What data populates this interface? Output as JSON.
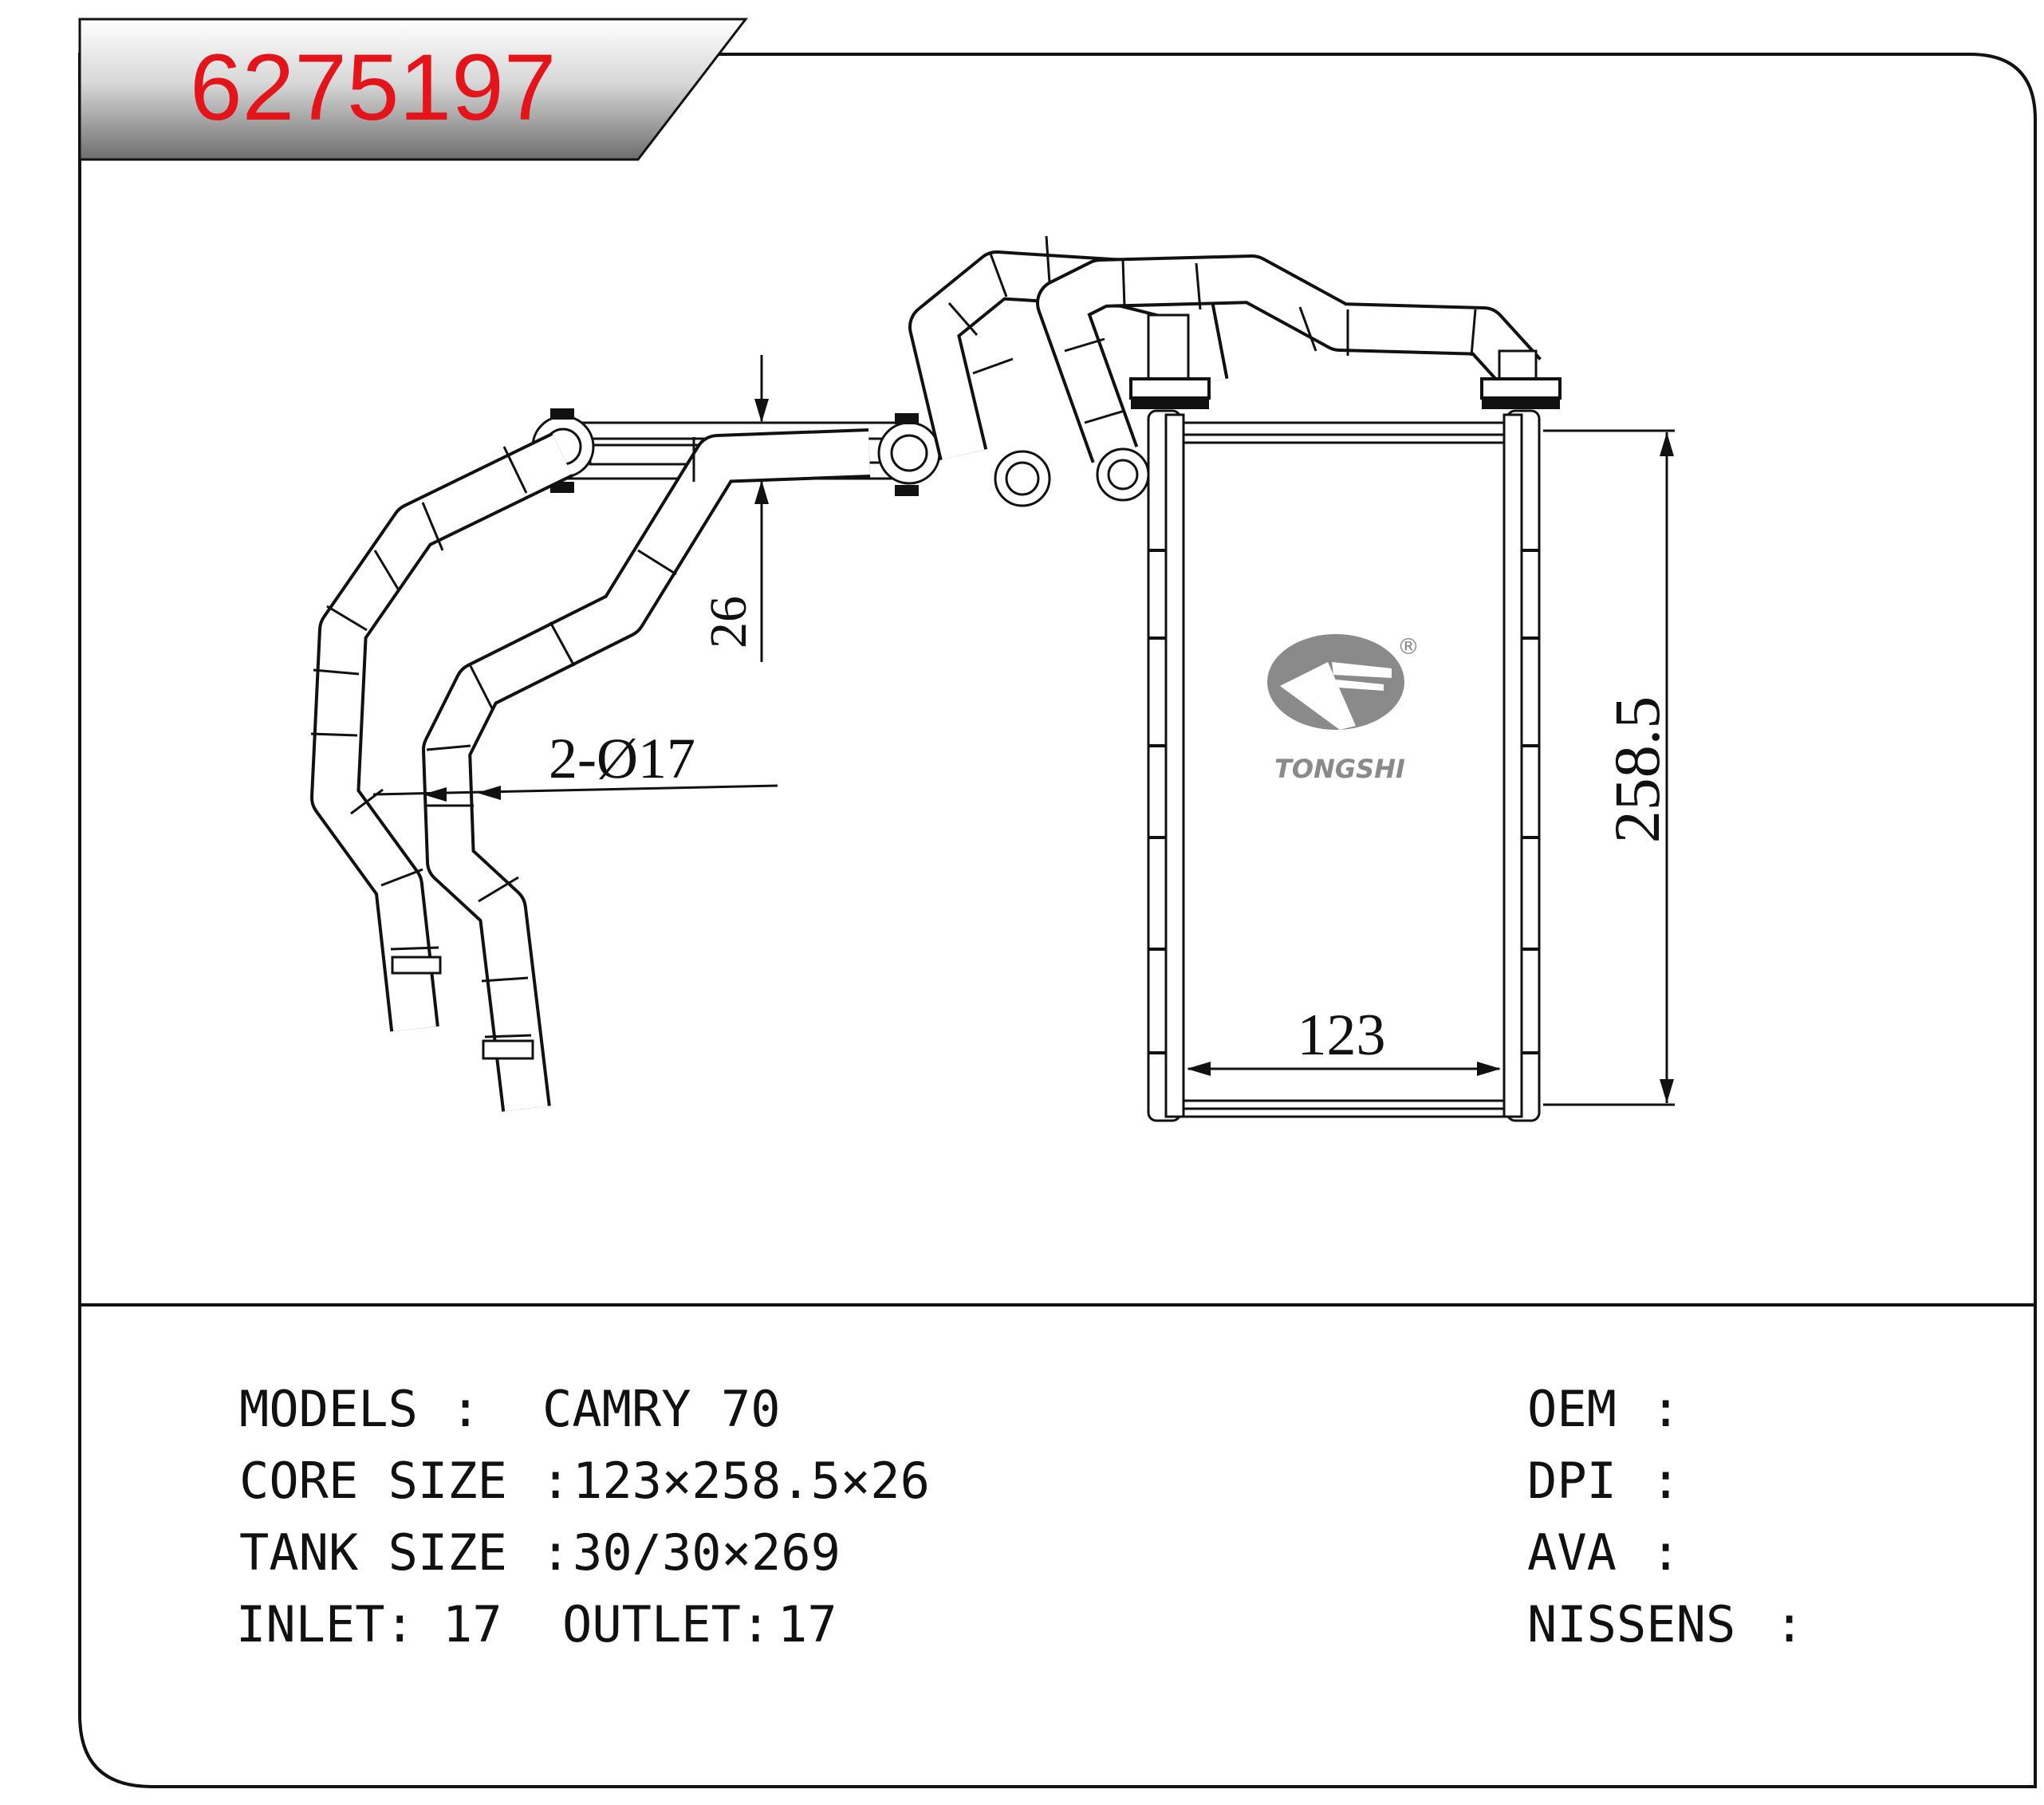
{
  "part_number": "6275197",
  "brand": {
    "logo_text": "TONGSHI",
    "registered_mark": "®"
  },
  "dimensions": {
    "height": "258.5",
    "width": "123",
    "depth": "26",
    "pipes": "2-Ø17"
  },
  "specs_left": [
    {
      "label": "MODELS",
      "sep": ":",
      "value": "CAMRY 70"
    },
    {
      "label": "CORE SIZE",
      "sep": ":",
      "value": "123×258.5×26"
    },
    {
      "label": "TANK SIZE",
      "sep": ":",
      "value": "30/30×269"
    },
    {
      "label": "INLET:",
      "value": "17",
      "label2": "OUTLET:",
      "value2": "17"
    }
  ],
  "specs_right": [
    {
      "label": "OEM",
      "sep": ":",
      "value": ""
    },
    {
      "label": "DPI",
      "sep": ":",
      "value": ""
    },
    {
      "label": "AVA",
      "sep": ":",
      "value": ""
    },
    {
      "label": "NISSENS",
      "sep": ":",
      "value": ""
    }
  ],
  "colors": {
    "title_red": "#e4141b",
    "header_gray": "#9a9a9a",
    "ink": "#111111"
  }
}
